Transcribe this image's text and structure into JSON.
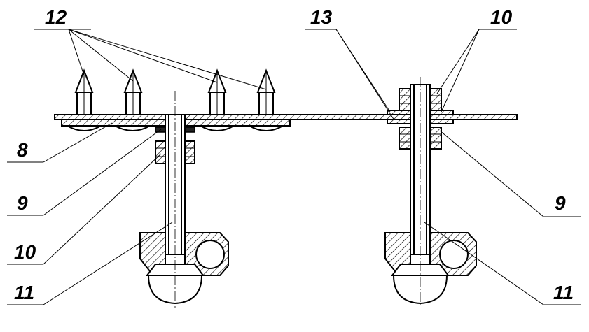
{
  "labels": {
    "l12": "12",
    "l13": "13",
    "l10_top": "10",
    "l8": "8",
    "l9_left": "9",
    "l9_right": "9",
    "l10_left": "10",
    "l11_left": "11",
    "l11_right": "11"
  }
}
